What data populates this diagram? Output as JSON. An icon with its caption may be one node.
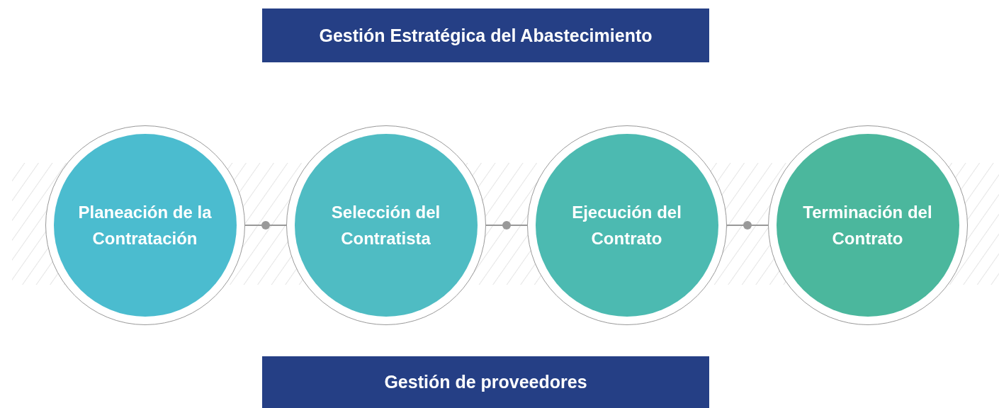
{
  "diagram": {
    "nodes": [
      {
        "text": [
          "Gestión Estratégica del Abastecimiento"
        ]
      },
      {
        "text": [
          "Planeación de la Contratación"
        ]
      },
      {
        "text": [
          "Selección del Contratista"
        ]
      },
      {
        "text": [
          "Ejecución del Contrato"
        ]
      },
      {
        "text": [
          "Terminación del Contrato"
        ]
      },
      {
        "text": [
          "Gestión de proveedores"
        ]
      }
    ],
    "edges": [
      {
        "from": 1,
        "to": 2,
        "arrow": "none"
      },
      {
        "from": 2,
        "to": 3,
        "arrow": "none"
      },
      {
        "from": 3,
        "to": 4,
        "arrow": "none"
      }
    ]
  }
}
